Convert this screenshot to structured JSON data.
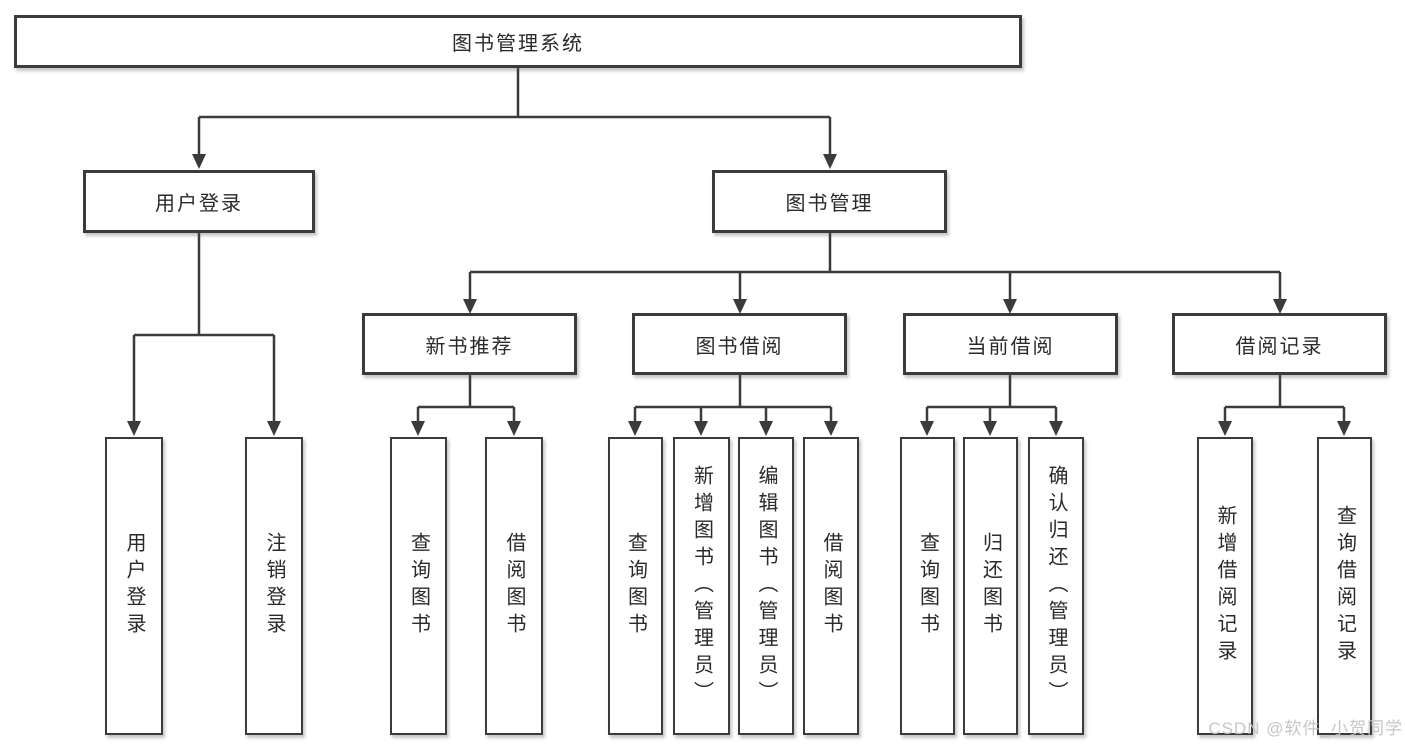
{
  "diagram": {
    "title": "图书管理系统",
    "nodes": {
      "root": "图书管理系统",
      "user_login": "用户登录",
      "book_mgmt": "图书管理",
      "new_book_rec": "新书推荐",
      "book_borrow": "图书借阅",
      "current_borrow": "当前借阅",
      "borrow_records": "借阅记录",
      "leaves": [
        "用户登录",
        "注销登录",
        "查询图书",
        "借阅图书",
        "查询图书",
        "新增图书（管理员）",
        "编辑图书（管理员）",
        "借阅图书",
        "查询图书",
        "归还图书",
        "确认归还（管理员）",
        "新增借阅记录",
        "查询借阅记录"
      ]
    },
    "colors": {
      "line": "#3b3b3b",
      "text": "#2a2a2a",
      "box_background": "#ffffff",
      "watermark": "#c3c3c3"
    }
  },
  "watermark": "CSDN @软件_小贺同学"
}
